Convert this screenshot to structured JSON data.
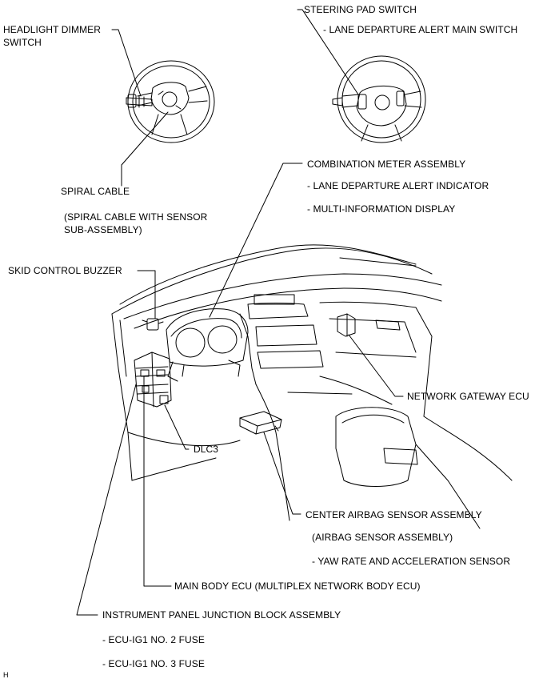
{
  "labels": {
    "headlight_dimmer_switch_1": "HEADLIGHT DIMMER",
    "headlight_dimmer_switch_2": "SWITCH",
    "steering_pad_switch": "STEERING PAD SWITCH",
    "lane_departure_main_switch": "- LANE DEPARTURE ALERT MAIN SWITCH",
    "spiral_cable": "SPIRAL CABLE",
    "spiral_cable_sub_1": "(SPIRAL CABLE WITH SENSOR",
    "spiral_cable_sub_2": "SUB-ASSEMBLY)",
    "combination_meter": "COMBINATION METER ASSEMBLY",
    "lane_departure_indicator": "- LANE DEPARTURE ALERT INDICATOR",
    "multi_info_display": "- MULTI-INFORMATION DISPLAY",
    "skid_control_buzzer": "SKID CONTROL BUZZER",
    "network_gateway_ecu": "NETWORK GATEWAY ECU",
    "dlc3": "DLC3",
    "center_airbag_sensor": "CENTER AIRBAG SENSOR ASSEMBLY",
    "airbag_sensor_sub": "(AIRBAG SENSOR ASSEMBLY)",
    "yaw_rate_sensor": "- YAW RATE AND ACCELERATION SENSOR",
    "main_body_ecu": "MAIN BODY ECU (MULTIPLEX NETWORK BODY ECU)",
    "instrument_panel_jb": "INSTRUMENT PANEL JUNCTION BLOCK ASSEMBLY",
    "ecu_ig1_no2_fuse": "- ECU-IG1 NO. 2 FUSE",
    "ecu_ig1_no3_fuse": "- ECU-IG1 NO. 3 FUSE",
    "corner_mark": "H"
  }
}
